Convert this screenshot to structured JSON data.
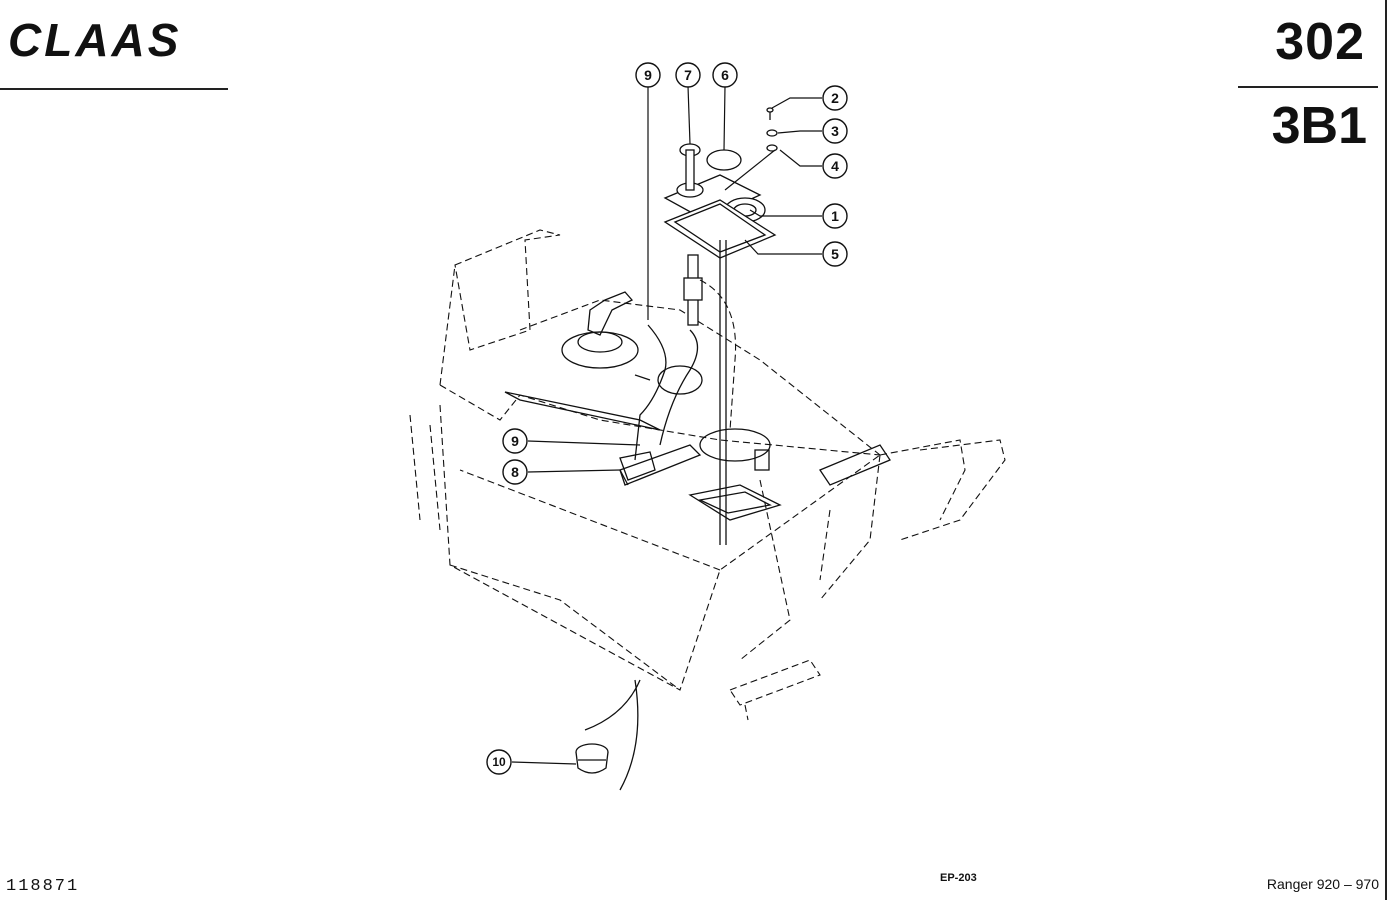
{
  "header": {
    "brand": "CLAAS",
    "page_number": "302",
    "section_code": "3B1"
  },
  "footer": {
    "drawing_number": "118871",
    "page_ref": "EP-203",
    "model_range": "Ranger 920 – 970"
  },
  "callouts": [
    {
      "id": "9a",
      "label": "9"
    },
    {
      "id": "7",
      "label": "7"
    },
    {
      "id": "6",
      "label": "6"
    },
    {
      "id": "2",
      "label": "2"
    },
    {
      "id": "3",
      "label": "3"
    },
    {
      "id": "4",
      "label": "4"
    },
    {
      "id": "1",
      "label": "1"
    },
    {
      "id": "5",
      "label": "5"
    },
    {
      "id": "9b",
      "label": "9"
    },
    {
      "id": "8",
      "label": "8"
    },
    {
      "id": "10",
      "label": "10"
    }
  ]
}
